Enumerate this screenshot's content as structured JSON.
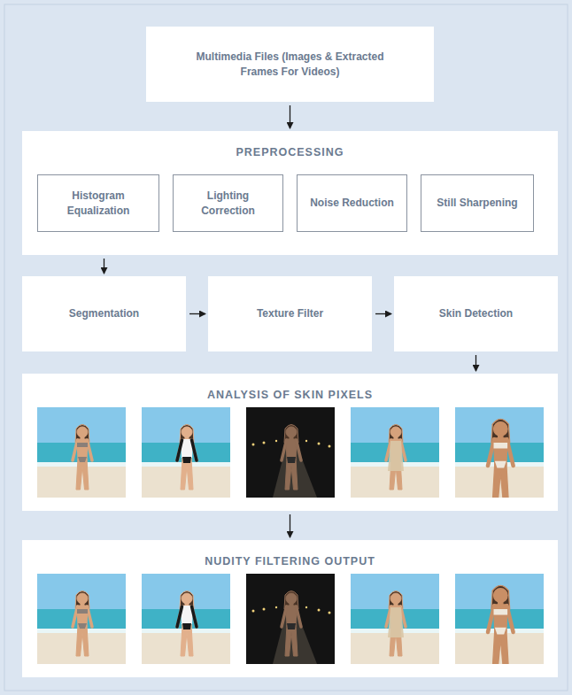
{
  "diagram": {
    "nodes": [
      {
        "text": [
          "Multimedia Files (Images & Extracted Frames For Videos)"
        ]
      },
      {
        "text": [
          "PREPROCESSING"
        ]
      },
      {
        "text": [
          "Histogram Equalization"
        ],
        "in": 1
      },
      {
        "text": [
          "Lighting Correction"
        ],
        "in": 1
      },
      {
        "text": [
          "Noise Reduction"
        ],
        "in": 1
      },
      {
        "text": [
          "Still Sharpening"
        ],
        "in": 1
      },
      {
        "text": [
          "Segmentation"
        ]
      },
      {
        "text": [
          "Texture Filter"
        ]
      },
      {
        "text": [
          "Skin Detection"
        ]
      },
      {
        "text": [
          "ANALYSIS OF SKIN PIXELS"
        ]
      },
      {
        "text": [
          "NUDITY FILTERING OUTPUT"
        ]
      }
    ],
    "edges": [
      {
        "from": 0,
        "to": 1,
        "arrow": "to"
      },
      {
        "from": 1,
        "to": 6,
        "arrow": "to"
      },
      {
        "from": 6,
        "to": 7,
        "arrow": "to"
      },
      {
        "from": 7,
        "to": 8,
        "arrow": "to"
      },
      {
        "from": 8,
        "to": 9,
        "arrow": "to"
      },
      {
        "from": 9,
        "to": 10,
        "arrow": "to"
      }
    ]
  }
}
